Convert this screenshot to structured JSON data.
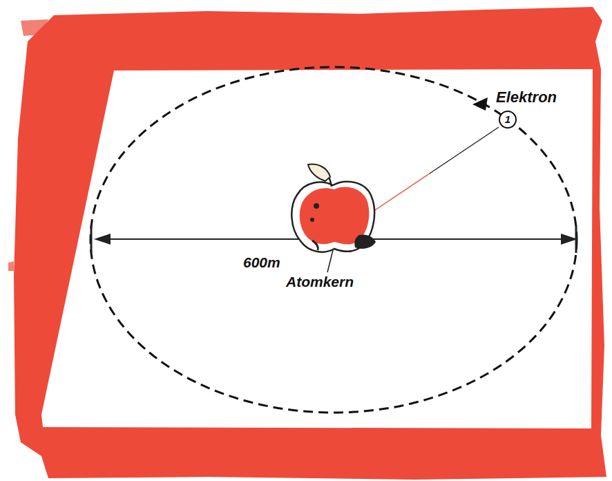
{
  "diagram": {
    "nodes": [
      {
        "text": [
          "Elektron",
          "1"
        ]
      }
    ],
    "labels": [
      "600m",
      "Atomkern"
    ]
  }
}
